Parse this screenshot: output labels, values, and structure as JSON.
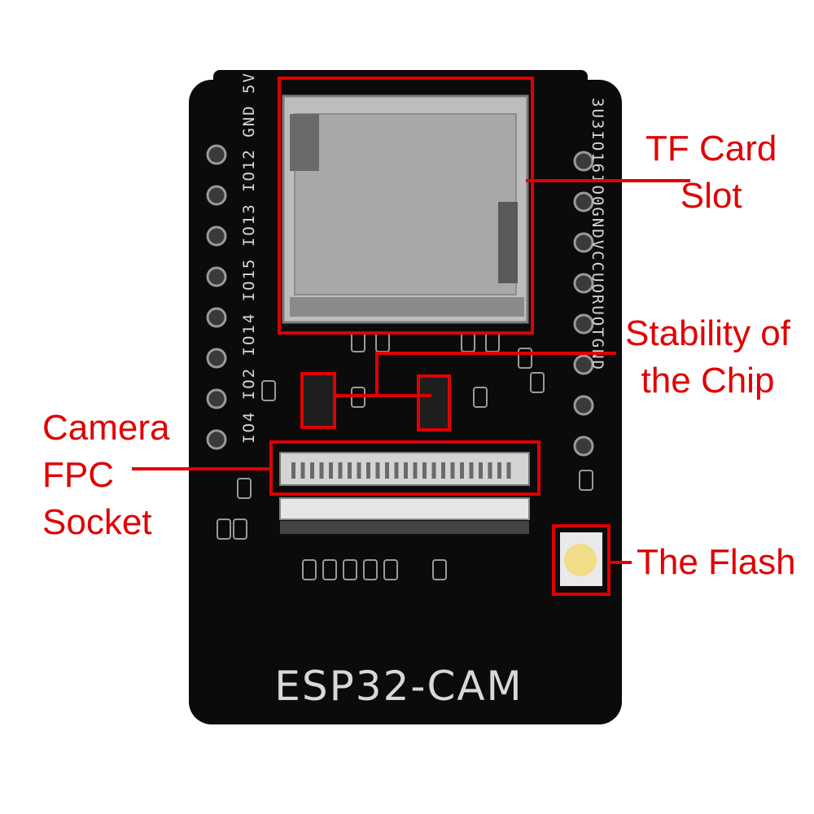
{
  "board": {
    "model_label": "ESP32-CAM",
    "left_pins": [
      "5V",
      "GND",
      "IO12",
      "IO13",
      "IO15",
      "IO14",
      "IO2",
      "IO4"
    ],
    "right_pins": [
      "3U3",
      "IO16",
      "IO0",
      "GND",
      "VCC",
      "UOR",
      "UOT",
      "GND"
    ]
  },
  "callouts": {
    "tf_card": [
      "TF Card",
      "Slot"
    ],
    "stability": [
      "Stability of",
      "the Chip"
    ],
    "camera": [
      "Camera",
      "FPC",
      "Socket"
    ],
    "flash": [
      "The Flash"
    ]
  },
  "colors": {
    "board": "#0b0b0b",
    "annotation": "#e00000",
    "silkscreen": "#d8d8d8",
    "pads": "#9a9a9a",
    "metal": "#b8b8b8"
  }
}
